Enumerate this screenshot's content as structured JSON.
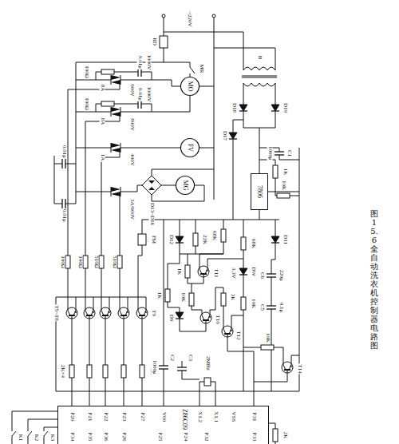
{
  "diagram": {
    "caption": "图 15.6 全自动洗衣机控制器电路图",
    "nodes": [
      {
        "text": [
          "MO"
        ]
      },
      {
        "text": [
          "FV"
        ]
      },
      {
        "text": [
          "MG"
        ]
      },
      {
        "text": [
          "7806"
        ]
      },
      {
        "text": [
          "Z86C09"
        ]
      }
    ],
    "labels": [
      "RD",
      "~220V",
      "MR",
      "100Ω",
      "0.01μ",
      "1000V",
      "8A",
      "600V",
      "100Ω",
      "0.01μ",
      "1000V",
      "8A",
      "800V",
      "1A",
      "400V",
      "0.01μ",
      "0.01μ",
      "3A/600V",
      "D13~D16",
      "100Ω",
      "100Ω",
      "510Ω",
      "510Ω",
      "FM",
      "T5~T8",
      "T9",
      "2K×4",
      "3K",
      "B",
      "D18",
      "D19",
      "D17",
      "1000μ",
      "C1",
      "1K",
      "10K",
      "68K",
      "68K",
      "D12",
      "22K",
      "T11",
      "1K",
      "DW",
      "3.3V",
      "1K",
      "D9",
      "10K",
      "T10",
      "3K",
      "10K",
      "T12",
      "D11",
      "C6",
      "220μ",
      "C5",
      "0.1μ",
      "10K",
      "T14",
      "1000μ",
      "C2",
      "C3",
      "2MHz",
      "P20",
      "P21",
      "P22",
      "P23",
      "P27",
      "V00",
      "X1.2",
      "X1.1",
      "VSS",
      "P31",
      "P34",
      "P35",
      "P36",
      "P26",
      "P25",
      "P24",
      "P32",
      "P33",
      "K1",
      "K2",
      "K3",
      "2K"
    ]
  }
}
